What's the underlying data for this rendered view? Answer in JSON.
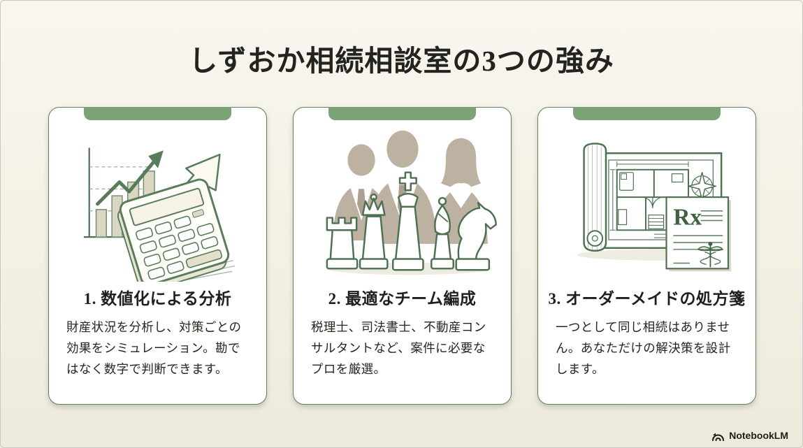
{
  "page": {
    "title": "しずおか相続相談室の3つの強み"
  },
  "cards": [
    {
      "heading": "1. 数値化による分析",
      "body": "財産状況を分析し、対策ごとの効果をシミュレーション。勘ではなく数字で判断できます。",
      "illustration": "calculator-growth-chart-illustration"
    },
    {
      "heading": "2. 最適なチーム編成",
      "body": "税理士、司法書士、不動産コンサルタントなど、案件に必要なプロを厳選。",
      "illustration": "chess-team-illustration"
    },
    {
      "heading": "3. オーダーメイドの処方箋",
      "body": "一つとして同じ相続はありません。あなただけの解決策を設計します。",
      "rx_label": "Rx",
      "illustration": "blueprint-prescription-illustration"
    }
  ],
  "footer": {
    "watermark": "NotebookLM"
  },
  "colors": {
    "background": "#f4f1e6",
    "card_background": "#ffffff",
    "card_border": "#5e805c",
    "tab_green": "#7ba377",
    "illustration_line_green": "#4d7050",
    "silhouette_taupe": "#bdb1a2",
    "bar_fill_beige": "#dbd6c2",
    "title_ink": "#23231f",
    "body_ink": "#26261f"
  }
}
